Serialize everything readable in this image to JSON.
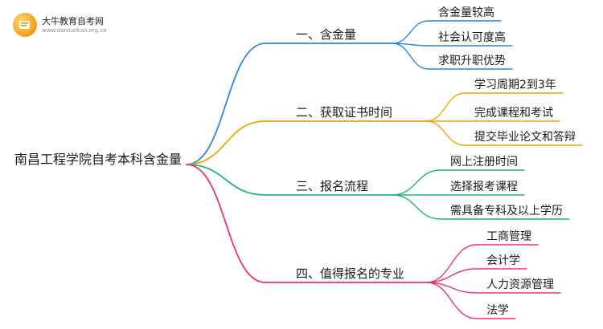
{
  "logo": {
    "name": "大牛教育自考网",
    "url": "www.daniuzikao.org.cn"
  },
  "root": {
    "label": "南昌工程学院自考本科含金量"
  },
  "branches": [
    {
      "label": "一、含金量",
      "color": "#2f84e6",
      "leaves": [
        "含金量较高",
        "社会认可度高",
        "求职升职优势"
      ]
    },
    {
      "label": "二、获取证书时间",
      "color": "#f0a500",
      "leaves": [
        "学习周期2到3年",
        "完成课程和考试",
        "提交毕业论文和答辩"
      ]
    },
    {
      "label": "三、报名流程",
      "color": "#22b573",
      "leaves": [
        "网上注册时间",
        "选择报考课程",
        "需具备专科及以上学历"
      ]
    },
    {
      "label": "四、值得报名的专业",
      "color": "#e8336d",
      "leaves": [
        "工商管理",
        "会计学",
        "人力资源管理",
        "法学"
      ]
    }
  ]
}
